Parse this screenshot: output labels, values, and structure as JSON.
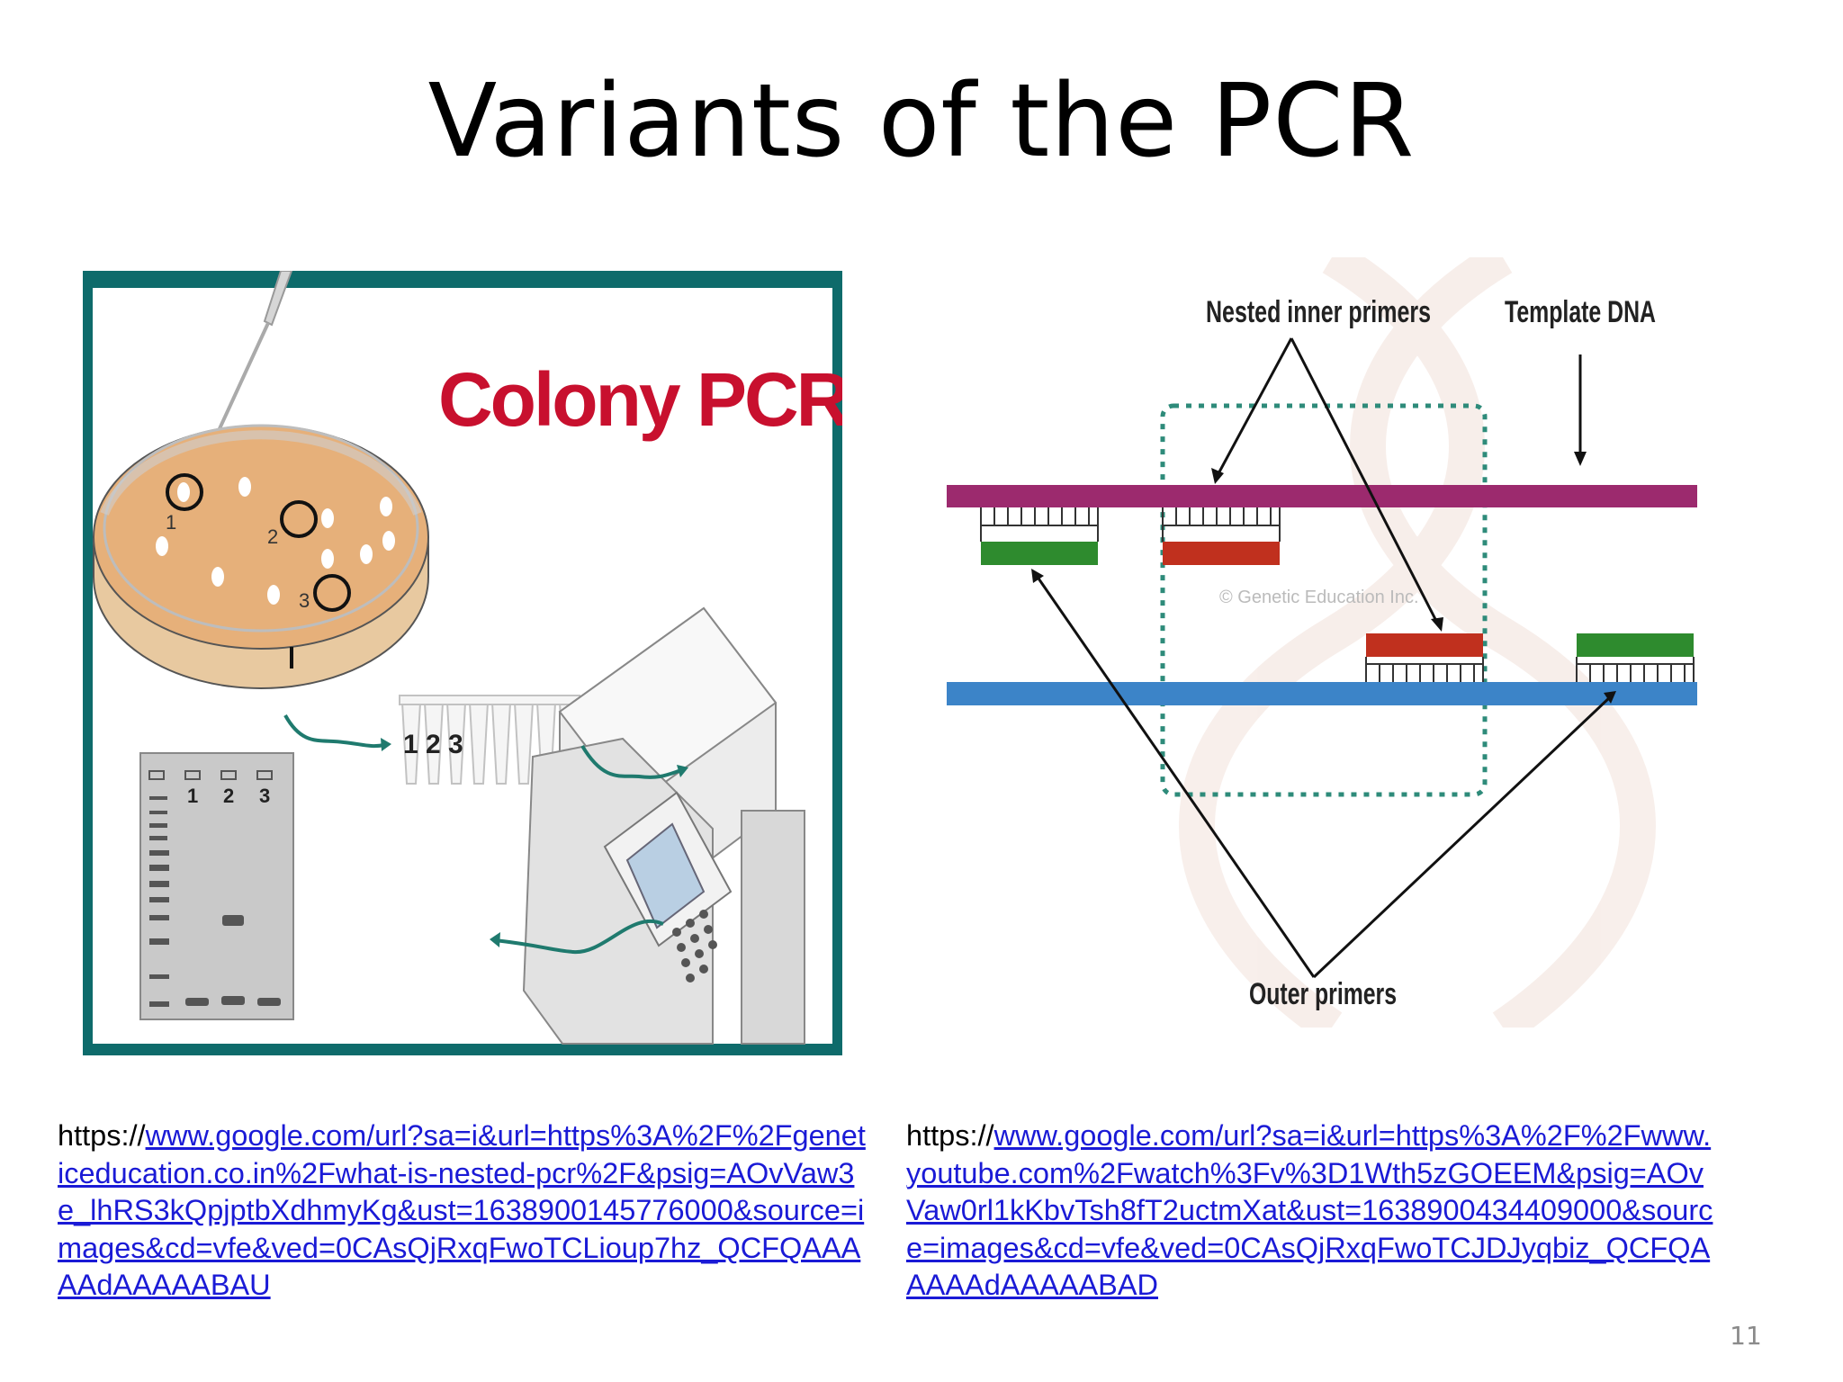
{
  "slide": {
    "title": "Variants of the PCR",
    "page_number": "11"
  },
  "left_figure": {
    "banner_text": "Colony PCR",
    "colony_labels": [
      "1",
      "2",
      "3"
    ],
    "tube_labels": [
      "1",
      "2",
      "3"
    ],
    "gel_lane_labels": [
      "1",
      "2",
      "3"
    ],
    "colors": {
      "frame": "#0e6b6b",
      "banner": "#c8102e",
      "agar": "#e6b07a",
      "arrow": "#1f7a6e"
    }
  },
  "right_figure": {
    "label_nested": "Nested inner primers",
    "label_template": "Template DNA",
    "label_outer": "Outer primers",
    "watermark": "© Genetic Education Inc.",
    "colors": {
      "top_strand": "#9c2a6e",
      "bottom_strand": "#3c84c8",
      "green_primer": "#2e8b2e",
      "red_primer": "#c0301e",
      "box": "#2e8b7a"
    }
  },
  "captions": {
    "left": {
      "prefix": "https://",
      "link": "www.google.com/url?sa=i&url=https%3A%2F%2Fgeneticeducation.co.in%2Fwhat-is-nested-pcr%2F&psig=AOvVaw3e_lhRS3kQpjptbXdhmyKg&ust=1638900145776000&source=images&cd=vfe&ved=0CAsQjRxqFwoTCLioup7hz_QCFQAAAAAdAAAAABAU"
    },
    "right": {
      "prefix": "https://",
      "link": "www.google.com/url?sa=i&url=https%3A%2F%2Fwww.youtube.com%2Fwatch%3Fv%3D1Wth5zGOEEM&psig=AOvVaw0rl1kKbvTsh8fT2uctmXat&ust=1638900434409000&source=images&cd=vfe&ved=0CAsQjRxqFwoTCJDJyqbiz_QCFQAAAAAdAAAAABAD"
    }
  }
}
